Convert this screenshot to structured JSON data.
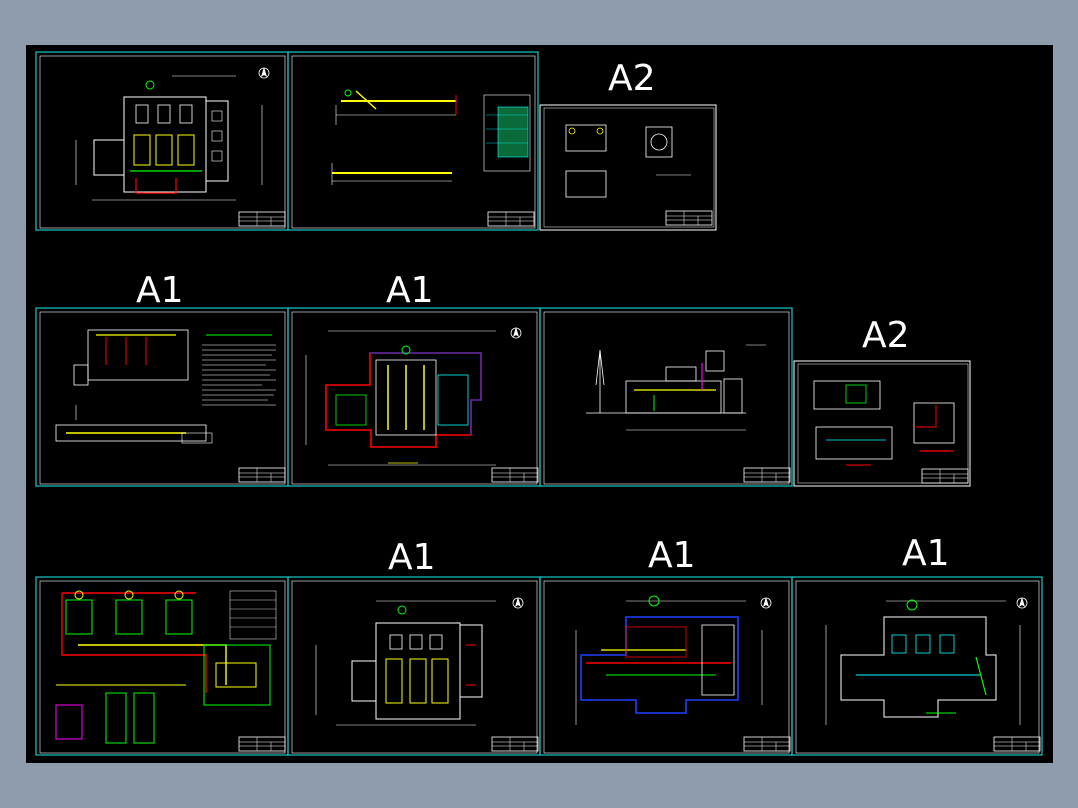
{
  "viewer": {
    "background_color": "#8e9cae",
    "canvas_color": "#000000",
    "sheet_frame_color": "#18c8c8",
    "line_colors": {
      "white": "#ffffff",
      "yellow": "#ffff00",
      "green": "#00ff00",
      "red": "#ff0000",
      "blue": "#2040ff",
      "magenta": "#ff00ff",
      "cyan": "#00ffff"
    }
  },
  "size_labels": {
    "row1_a2": "A2",
    "row2_a1_left": "A1",
    "row2_a1_mid": "A1",
    "row2_a2_right": "A2",
    "row3_a1_b": "A1",
    "row3_a1_c": "A1",
    "row3_a1_d": "A1"
  },
  "sheets": [
    {
      "id": "sheet-1",
      "kind": "boiler-room-plan"
    },
    {
      "id": "sheet-2",
      "kind": "pipe-elevation"
    },
    {
      "id": "sheet-3",
      "kind": "equipment-detail"
    },
    {
      "id": "sheet-4",
      "kind": "design-notes"
    },
    {
      "id": "sheet-5",
      "kind": "floor-plan-red-outline"
    },
    {
      "id": "sheet-6",
      "kind": "section-with-chimney"
    },
    {
      "id": "sheet-7",
      "kind": "small-details"
    },
    {
      "id": "sheet-8",
      "kind": "system-schematic"
    },
    {
      "id": "sheet-9",
      "kind": "floor-plan"
    },
    {
      "id": "sheet-10",
      "kind": "floor-plan-blue-outline"
    },
    {
      "id": "sheet-11",
      "kind": "floor-plan"
    }
  ]
}
